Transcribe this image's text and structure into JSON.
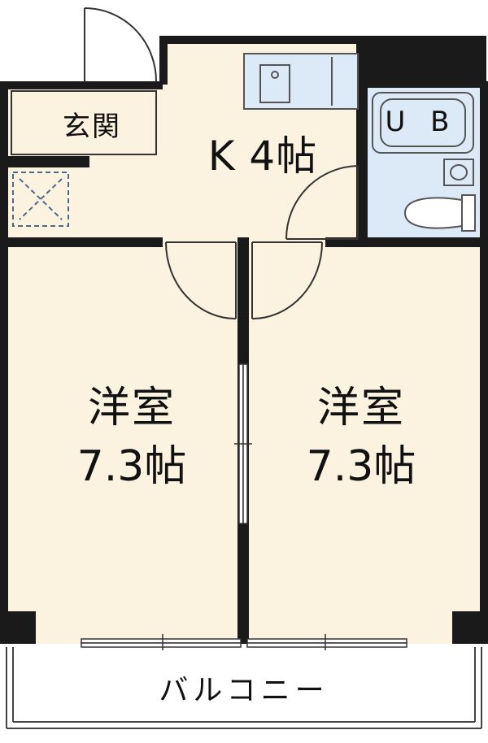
{
  "plan": {
    "entrance": "玄関",
    "kitchen": "K 4帖",
    "unit_bath": "U B",
    "room1": {
      "name": "洋室",
      "size": "7.3帖"
    },
    "room2": {
      "name": "洋室",
      "size": "7.3帖"
    },
    "balcony": "バルコニー"
  },
  "colors": {
    "wall": "#1a1a1a",
    "floor": "#fbf3e0",
    "bath": "#dbeaf6",
    "fixture_stroke": "#555555"
  }
}
